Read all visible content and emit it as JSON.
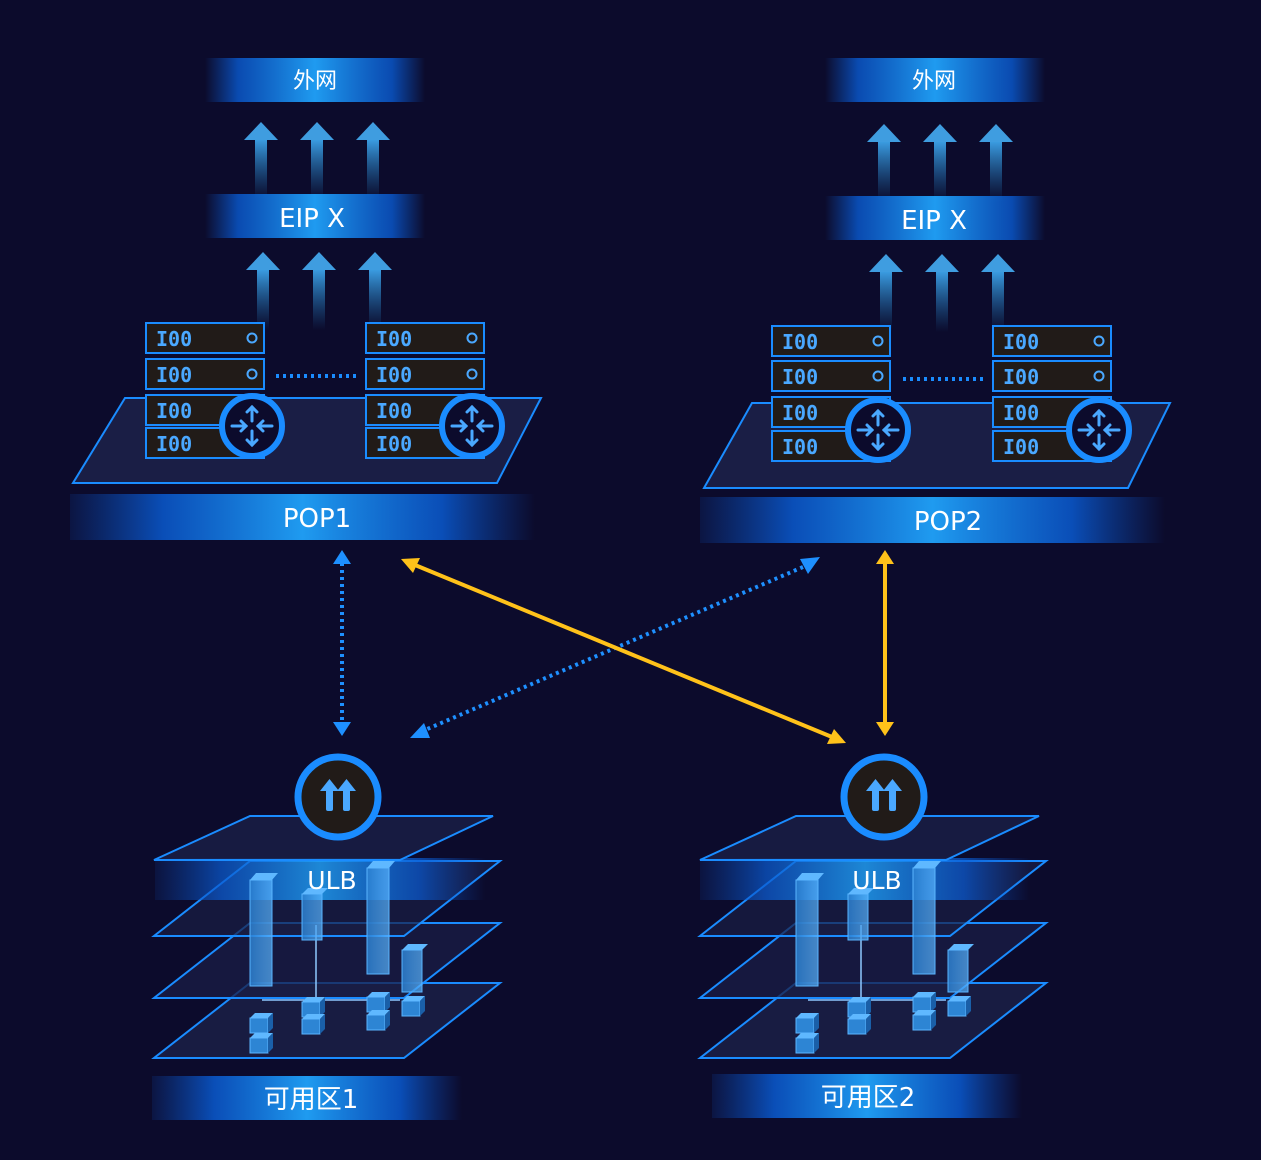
{
  "pop1": {
    "internet_label": "外网",
    "eip_label": "EIP X",
    "pop_label": "POP1"
  },
  "pop2": {
    "internet_label": "外网",
    "eip_label": "EIP X",
    "pop_label": "POP2"
  },
  "zone1": {
    "ulb_label": "ULB",
    "zone_label": "可用区1"
  },
  "zone2": {
    "ulb_label": "ULB",
    "zone_label": "可用区2"
  },
  "server_glyph": "I00",
  "colors": {
    "background": "#0c0b2c",
    "accent_blue": "#1a8cff",
    "link_dotted": "#1e90ff",
    "link_solid": "#ffc21a",
    "server_body": "#211b18",
    "platform_fill": "#1a1e45"
  },
  "icons": {
    "router": "router-icon",
    "load_balancer": "load-balancer-icon",
    "upload_arrow": "arrow-up-icon"
  }
}
